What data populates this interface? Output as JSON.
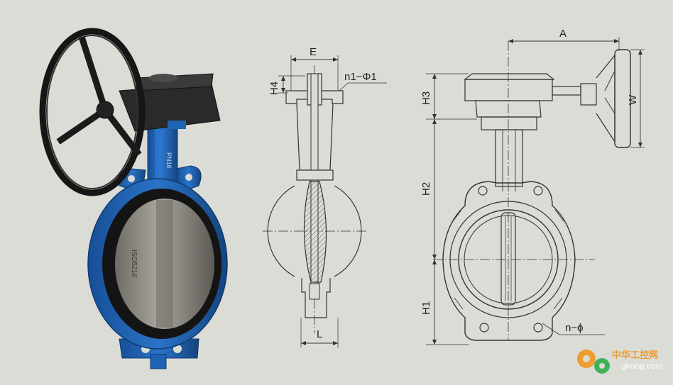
{
  "labels": {
    "E": "E",
    "H4": "H4",
    "n1_phi1": "n1−Φ1",
    "L": "L",
    "A": "A",
    "H3": "H3",
    "W": "W",
    "H2": "H2",
    "H1": "H1",
    "n_phi": "n−ϕ"
  },
  "photo_text": {
    "body_marking": "ISO5216",
    "neck_marking": "PN16"
  },
  "watermark": {
    "site_name": "中华工控网",
    "site_url": "gkong.com"
  },
  "colors": {
    "background": "#dcdcd7",
    "valve_body": "#1f63b5",
    "handwheel": "#1b1b1b",
    "disc": "#8e8b82",
    "line": "#333333",
    "watermark": "#f0961e"
  },
  "icons": {
    "watermark_logo": "gear-icon"
  }
}
